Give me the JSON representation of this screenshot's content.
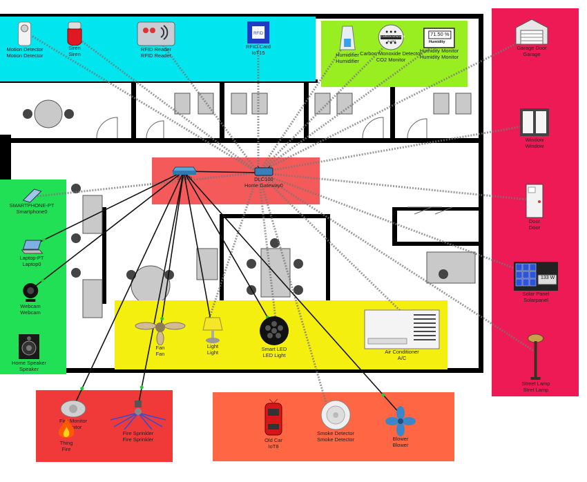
{
  "colors": {
    "cyan_zone": "#00e5ee",
    "green_zone": "#99ee22",
    "lime_zone": "#22e055",
    "red_zone": "#ee1a55",
    "hub_zone": "#f45a5a",
    "yellow_zone": "#f5ef10",
    "bottom_left_zone": "#f03a3a",
    "bottom_mid_zone": "#ff6644",
    "wire": "#111111",
    "wireless": "#777777",
    "link_dot": "#22cc33"
  },
  "hub": {
    "switch": {
      "name": "",
      "type": "Switch"
    },
    "gateway": {
      "name": "DLC100",
      "type": "Home Gateway0"
    }
  },
  "devices": {
    "motion_detector": {
      "line1": "Motion Detector",
      "line2": "Motion Detector",
      "icon": "motion-sensor-icon"
    },
    "siren": {
      "line1": "Siren",
      "line2": "Siren",
      "icon": "siren-icon"
    },
    "rfid_reader": {
      "line1": "RFID Reader",
      "line2": "RFID Reader",
      "icon": "rfid-reader-icon"
    },
    "rfid_card": {
      "line1": "RFID Card",
      "line2": "IoT15",
      "icon": "rfid-card-icon",
      "card_text": "RFID"
    },
    "humidifier": {
      "line1": "Humidifier",
      "line2": "Humidifier",
      "icon": "humidifier-icon"
    },
    "co_detector": {
      "line1": "Carbon Monoxide Detector",
      "line2": "CO2 Monitor",
      "icon": "co-detector-icon",
      "face_line1": "CARBON MONOXIDE",
      "face_line2": "ALARM"
    },
    "humidity_monitor": {
      "line1": "Humidity Monitor",
      "line2": "Humidity Monitor",
      "icon": "humidity-monitor-icon",
      "reading": "71.50 %",
      "caption": "Humidity"
    },
    "garage_door": {
      "line1": "Garage Door",
      "line2": "Garage",
      "icon": "garage-door-icon"
    },
    "window": {
      "line1": "Window",
      "line2": "Window",
      "icon": "window-icon"
    },
    "door": {
      "line1": "Door",
      "line2": "Door",
      "icon": "door-icon"
    },
    "solar_panel": {
      "line1": "Solar Panel",
      "line2": "Solarpanel",
      "icon": "solar-panel-icon",
      "reading": "133 W"
    },
    "street_lamp": {
      "line1": "Street Lamp",
      "line2": "Stret Lamp",
      "icon": "street-lamp-icon"
    },
    "smartphone": {
      "line1": "SMARTPHONE-PT",
      "line2": "Smartphone0",
      "icon": "smartphone-icon"
    },
    "laptop": {
      "line1": "Laptop-PT",
      "line2": "Laptop0",
      "icon": "laptop-icon"
    },
    "webcam": {
      "line1": "Webcam",
      "line2": "Webcam",
      "icon": "webcam-icon"
    },
    "speaker": {
      "line1": "Home Speaker",
      "line2": "Speaker",
      "icon": "speaker-icon"
    },
    "fan": {
      "line1": "Fan",
      "line2": "Fan",
      "icon": "ceiling-fan-icon"
    },
    "light": {
      "line1": "Light",
      "line2": "Light",
      "icon": "lamp-icon"
    },
    "smart_led": {
      "line1": "Smart LED",
      "line2": "LED Light",
      "icon": "led-light-icon"
    },
    "air_conditioner": {
      "line1": "Air Conditioner",
      "line2": "A/C",
      "icon": "air-conditioner-icon"
    },
    "fire_monitor": {
      "line1": "Fire Monitor",
      "line2": "Monitor",
      "icon": "fire-monitor-icon"
    },
    "thing_fire": {
      "line1": "Thing",
      "line2": "Fire",
      "icon": "fire-icon"
    },
    "fire_sprinkler": {
      "line1": "Fire Sprinkler",
      "line2": "Fire Sprinkler",
      "icon": "fire-sprinkler-icon"
    },
    "old_car": {
      "line1": "Old Car",
      "line2": "IoT8",
      "icon": "car-icon"
    },
    "smoke_detector": {
      "line1": "Smoke Detector",
      "line2": "Smoke Detector",
      "icon": "smoke-detector-icon"
    },
    "blower": {
      "line1": "Blower",
      "line2": "Blower",
      "icon": "blower-icon"
    }
  }
}
